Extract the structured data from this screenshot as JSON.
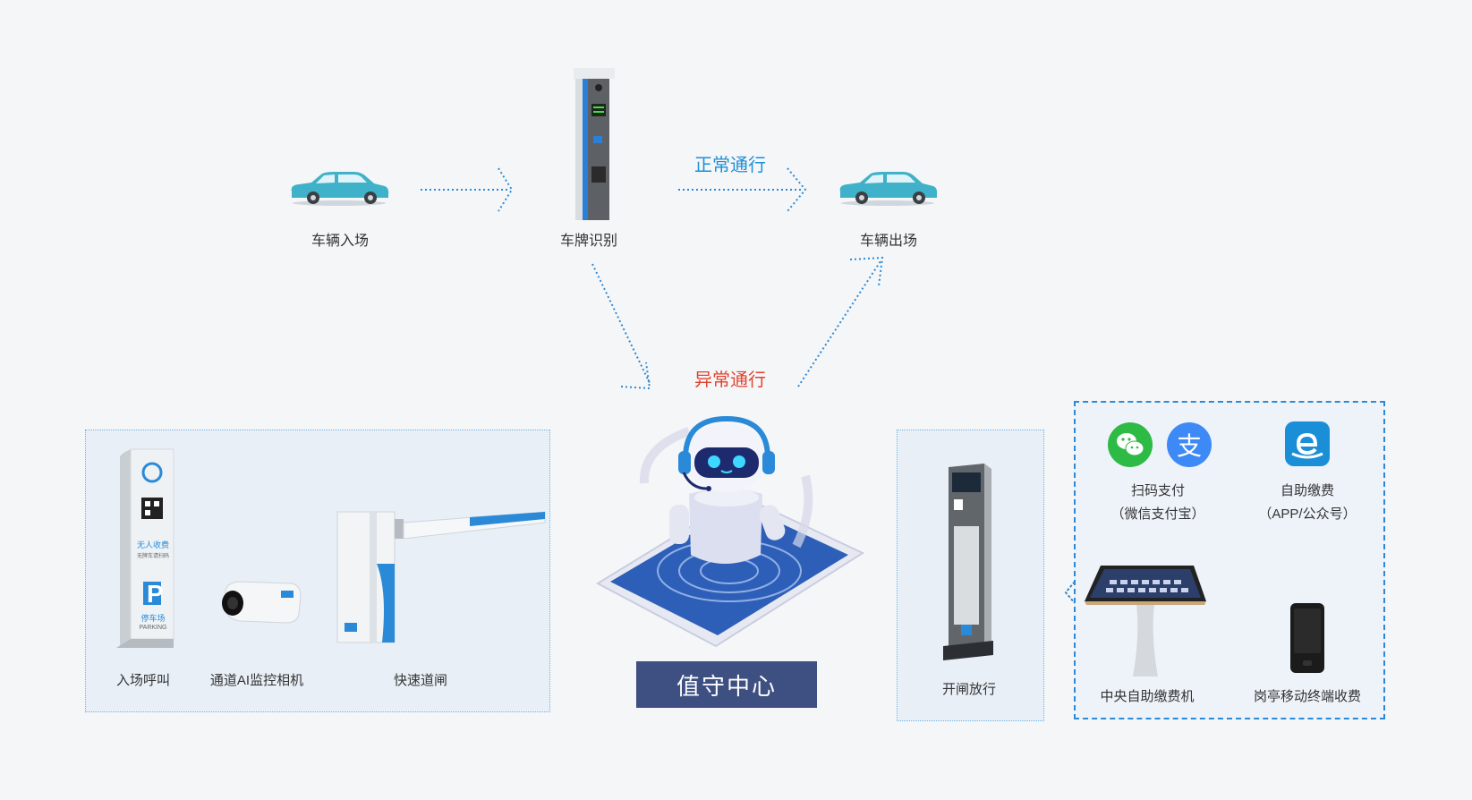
{
  "flow": {
    "entry_label": "车辆入场",
    "recognition_label": "车牌识别",
    "exit_label": "车辆出场",
    "normal_label": "正常通行",
    "abnormal_label": "异常通行"
  },
  "center": {
    "label": "值守中心"
  },
  "left_panel": {
    "items": [
      {
        "label": "入场呼叫"
      },
      {
        "label": "通道AI监控相机"
      },
      {
        "label": "快速道闸"
      }
    ],
    "sign_text": {
      "top": "无人收费",
      "sub": "无牌车请扫码",
      "p": "P",
      "name": "停车场",
      "en": "PARKING"
    }
  },
  "middle_panel": {
    "label": "开闸放行"
  },
  "right_panel": {
    "scan_pay": {
      "title": "扫码支付",
      "sub": "（微信支付宝）"
    },
    "self_pay": {
      "title": "自助缴费",
      "sub": "（APP/公众号）"
    },
    "kiosk": {
      "label": "中央自助缴费机"
    },
    "mobile": {
      "label": "岗亭移动终端收费"
    },
    "alipay_glyph": "支"
  },
  "colors": {
    "car": "#3fb1c8",
    "arrow": "#2a8ad8",
    "center_bg": "#3e4f82",
    "normal": "#1a8fd8",
    "abnormal": "#e0432e",
    "wechat": "#2dbb45",
    "alipay": "#3d8af7"
  }
}
